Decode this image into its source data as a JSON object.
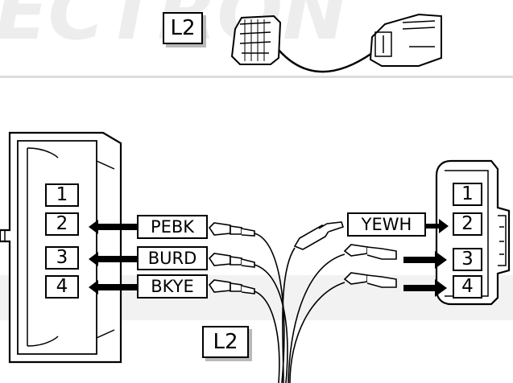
{
  "watermark": {
    "text": "ECTRON"
  },
  "callouts": {
    "top": "L2",
    "bottom": "L2"
  },
  "left_connector": {
    "pins": [
      "1",
      "2",
      "3",
      "4"
    ]
  },
  "right_connector": {
    "pins": [
      "1",
      "2",
      "3",
      "4"
    ]
  },
  "wire_labels": {
    "pin2": "PEBK",
    "pin3": "BURD",
    "pin4": "BKYE",
    "right_pin2": "YEWH"
  }
}
